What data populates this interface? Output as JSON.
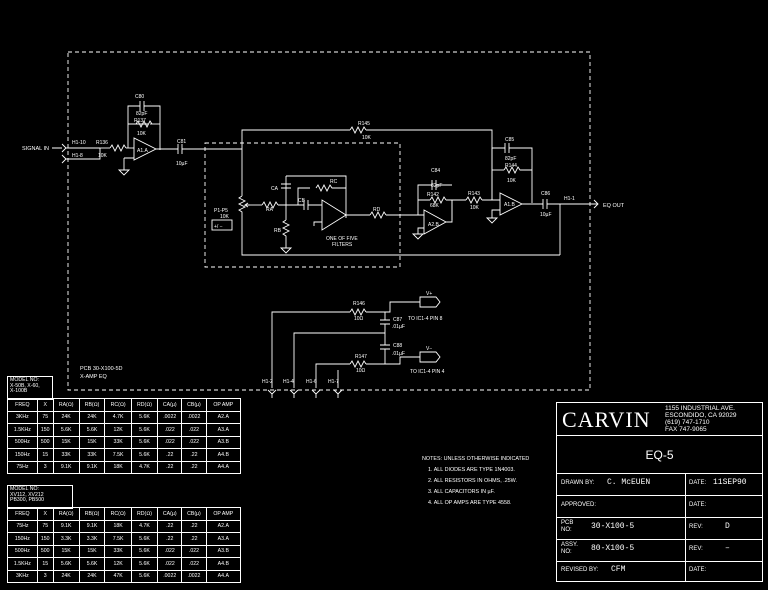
{
  "schematic": {
    "signal_in": "SIGNAL IN",
    "eq_out": "EQ OUT",
    "h1_10": "H1-10",
    "h1_8": "H1-8",
    "h1_1": "H1-1",
    "h1_2": "H1-2",
    "h1_4": "H1-4",
    "h1_6": "H1-6",
    "h1_7": "H1-7",
    "c80": "C80",
    "c80_val": "82pF",
    "r137": "R137",
    "r137_val": "10K",
    "r136": "R136",
    "r136_val": "10K",
    "a1a": "A1.A",
    "c81": "C81",
    "c81_val": "10µF",
    "r145": "R145",
    "r145_val": "10K",
    "c85": "C85",
    "c85_val": "82pF",
    "r144": "R144",
    "r144_val": "10K",
    "c84": "C84",
    "c84_val": "82pF",
    "r142": "R142",
    "r142_val": "68K",
    "r143": "R143",
    "r143_val": "10K",
    "a1b": "A1.B",
    "c86": "C86",
    "c86_val": "10µF",
    "a2b": "A2.B",
    "p1p5": "P1-P5",
    "p1p5_val": "10K",
    "pm": "+/ −",
    "ca": "CA",
    "cb": "CB",
    "ra": "RA",
    "rb": "RB",
    "rc": "RC",
    "rd": "RD",
    "one_of_five": "ONE OF FIVE",
    "filters": "FILTERS",
    "r146": "R146",
    "r146_val": "10Ω",
    "c87": "C87",
    "c87_val": ".01µF",
    "c88": "C88",
    "c88_val": ".01µF",
    "r147": "R147",
    "r147_val": "10Ω",
    "vplus": "V+",
    "vminus": "V−",
    "to_ic_pin8": "TO IC1-4 PIN 8",
    "to_ic_pin4": "TO IC1-4 PIN 4",
    "pcb1": "PCB 30-X100-5D",
    "pcb2": "X-AMP EQ"
  },
  "table1": {
    "model_label": "MODEL NO:\nX-50B, X-60,\nX-100B",
    "headers": [
      "FREQ",
      "X",
      "RA(Ω)",
      "RB(Ω)",
      "RC(Ω)",
      "RD(Ω)",
      "CA(µ)",
      "CB(µ)",
      "OP AMP"
    ],
    "rows": [
      [
        "3KHz",
        "75",
        "24K",
        "24K",
        "4.7K",
        "5.6K",
        ".0022",
        ".0022",
        "A2.A"
      ],
      [
        "1.5KHz",
        "150",
        "5.6K",
        "5.6K",
        "12K",
        "5.6K",
        ".022",
        ".022",
        "A3.A"
      ],
      [
        "500Hz",
        "500",
        "15K",
        "15K",
        "33K",
        "5.6K",
        ".022",
        ".022",
        "A3.B"
      ],
      [
        "150Hz",
        "15",
        "33K",
        "33K",
        "7.5K",
        "5.6K",
        ".22",
        ".22",
        "A4.B"
      ],
      [
        "75Hz",
        "3",
        "9.1K",
        "9.1K",
        "18K",
        "4.7K",
        ".22",
        ".22",
        "A4.A"
      ]
    ]
  },
  "table2": {
    "model_label": "MODEL NO:\nXV112, XV212\nPB300, PB500",
    "headers": [
      "FREQ",
      "X",
      "RA(Ω)",
      "RB(Ω)",
      "RC(Ω)",
      "RD(Ω)",
      "CA(µ)",
      "CB(µ)",
      "OP AMP"
    ],
    "rows": [
      [
        "75Hz",
        "75",
        "9.1K",
        "9.1K",
        "18K",
        "4.7K",
        ".22",
        ".22",
        "A2.A"
      ],
      [
        "150Hz",
        "150",
        "3.3K",
        "3.3K",
        "7.5K",
        "5.6K",
        ".22",
        ".22",
        "A3.A"
      ],
      [
        "500Hz",
        "500",
        "15K",
        "15K",
        "33K",
        "5.6K",
        ".022",
        ".022",
        "A3.B"
      ],
      [
        "1.5KHz",
        "15",
        "5.6K",
        "5.6K",
        "12K",
        "5.6K",
        ".022",
        ".022",
        "A4.B"
      ],
      [
        "3KHz",
        "3",
        "24K",
        "24K",
        "47K",
        "5.6K",
        ".0022",
        ".0022",
        "A4.A"
      ]
    ]
  },
  "notes": {
    "heading": "NOTES: UNLESS OTHERWISE INDICATED",
    "items": [
      "1.  ALL DIODES ARE TYPE 1N4003.",
      "2.  ALL RESISTORS IN OHMS, .25W.",
      "3.  ALL CAPACITORS IN µF.",
      "4.  ALL OP AMPS ARE TYPE 4558."
    ]
  },
  "title_block": {
    "logo": "CARVIN",
    "addr1": "1155 INDUSTRIAL AVE.",
    "addr2": "ESCONDIDO, CA  92029",
    "addr3": "(619) 747-1710",
    "addr4": "FAX 747-9065",
    "title": "EQ-5",
    "drawn_by_label": "DRAWN BY:",
    "drawn_by": "C. McEUEN",
    "date_label": "DATE:",
    "date": "11SEP90",
    "approved_label": "APPROVED:",
    "pcb_label": "PCB\nNO:",
    "pcb_no": "30-X100-5",
    "rev_label": "REV:",
    "rev": "D",
    "assy_label": "ASSY.\nNO:",
    "assy_no": "80-X100-5",
    "rev2": "–",
    "revised_by_label": "REVISED BY:",
    "revised_by": "CFM"
  }
}
